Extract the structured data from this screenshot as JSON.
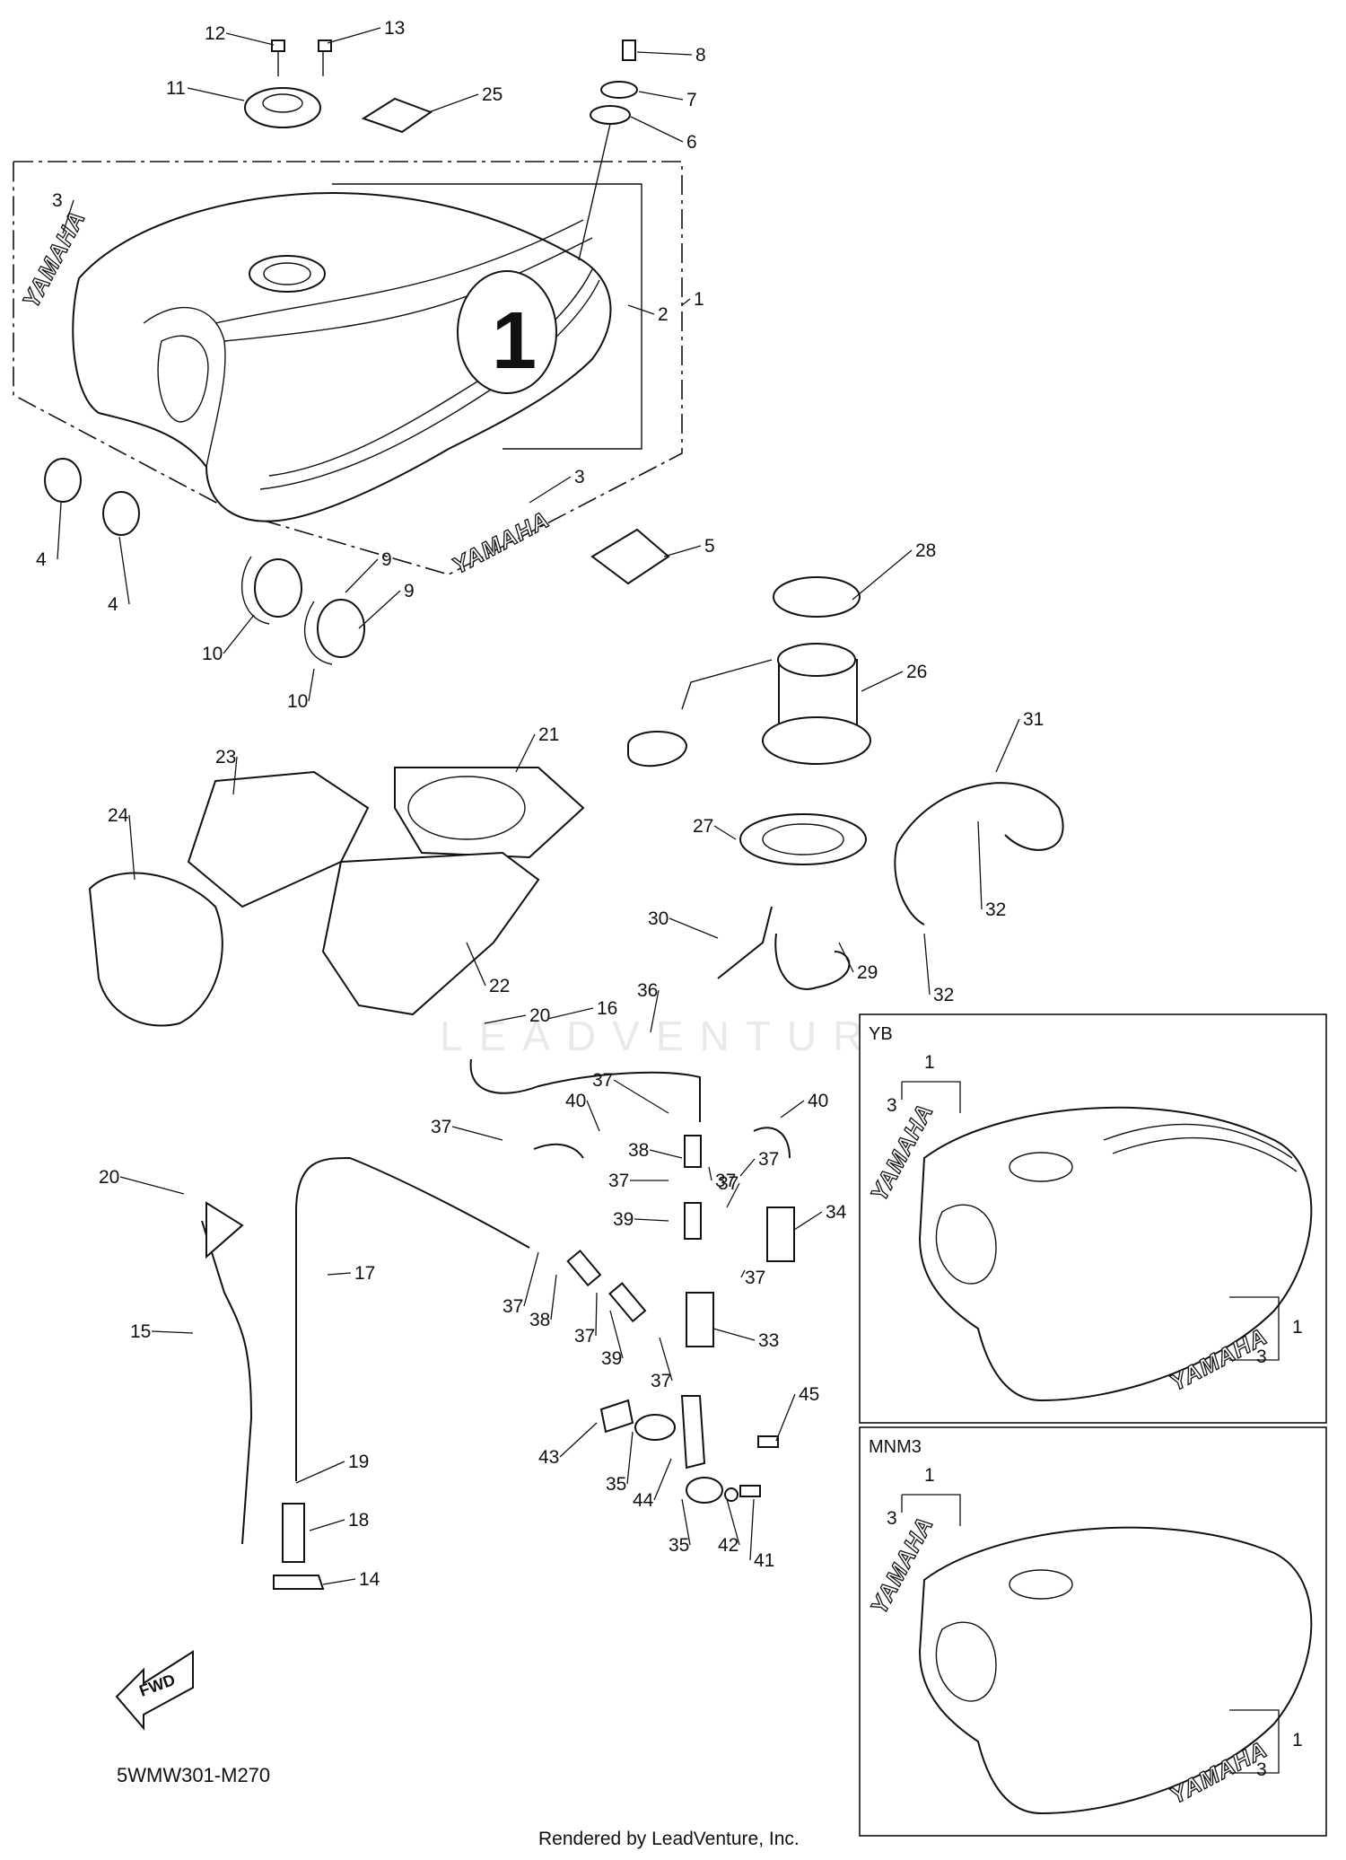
{
  "diagram_code": "5WMW301-M270",
  "credit": "Rendered by LeadVenture, Inc.",
  "watermark": "LEADVENTURE",
  "fwd_label": "FWD",
  "tank_number": "1",
  "decal_text": "YAMAHA",
  "variants": [
    {
      "code": "YB",
      "labels": [
        "1",
        "3",
        "1",
        "3"
      ]
    },
    {
      "code": "MNM3",
      "labels": [
        "1",
        "3",
        "1",
        "3"
      ]
    }
  ],
  "callouts": [
    "12",
    "13",
    "8",
    "11",
    "7",
    "25",
    "6",
    "3",
    "2",
    "1",
    "3",
    "4",
    "4",
    "9",
    "9",
    "10",
    "10",
    "5",
    "28",
    "26",
    "31",
    "21",
    "23",
    "24",
    "27",
    "32",
    "30",
    "29",
    "36",
    "32",
    "22",
    "20",
    "16",
    "37",
    "37",
    "40",
    "38",
    "40",
    "37",
    "37",
    "37",
    "20",
    "39",
    "37",
    "34",
    "37",
    "17",
    "37",
    "38",
    "37",
    "39",
    "33",
    "37",
    "15",
    "45",
    "43",
    "35",
    "44",
    "19",
    "42",
    "18",
    "35",
    "41",
    "14"
  ]
}
